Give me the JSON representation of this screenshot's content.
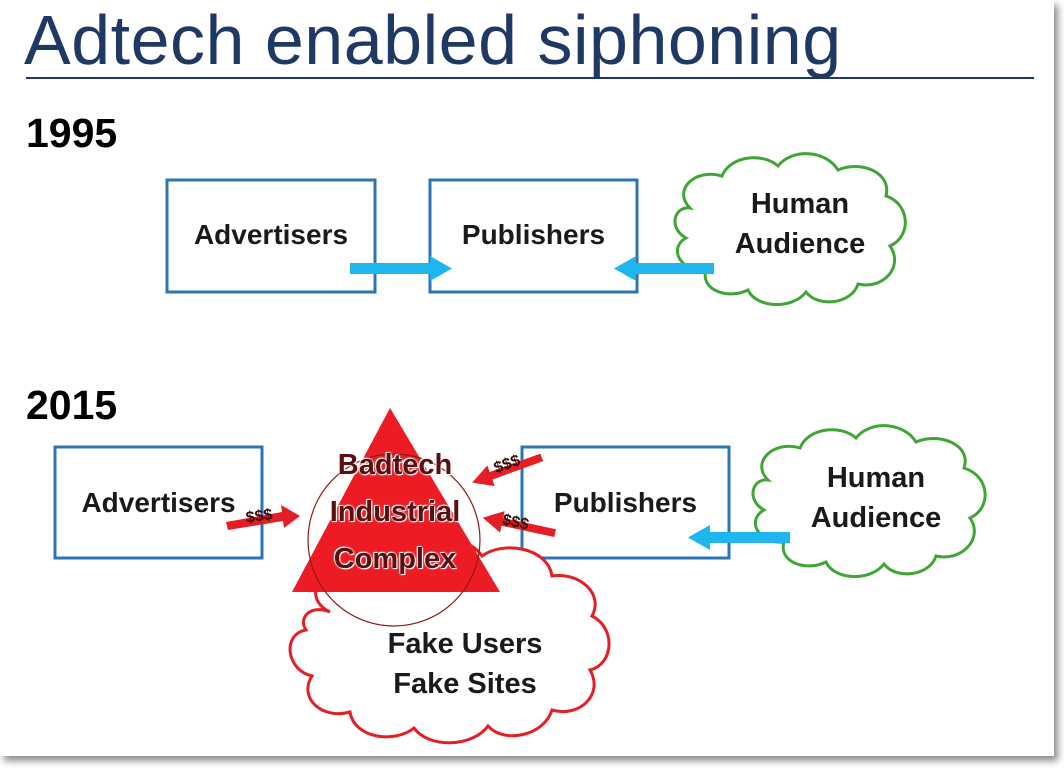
{
  "title": "Adtech enabled siphoning",
  "colors": {
    "title": "#1f3864",
    "box_border": "#2e74b5",
    "arrow_blue": "#1fb5ee",
    "cloud_green": "#3fa535",
    "cloud_red": "#e31e24",
    "triangle_red": "#ed1c24",
    "money_arrow": "#e31e24"
  },
  "era_1995": {
    "year": "1995",
    "advertisers": "Advertisers",
    "publishers": "Publishers",
    "audience_line1": "Human",
    "audience_line2": "Audience"
  },
  "era_2015": {
    "year": "2015",
    "advertisers": "Advertisers",
    "publishers": "Publishers",
    "audience_line1": "Human",
    "audience_line2": "Audience",
    "badtech_line1": "Badtech",
    "badtech_line2": "Industrial",
    "badtech_line3": "Complex",
    "fake_line1": "Fake Users",
    "fake_line2": "Fake Sites",
    "money_symbol": "$$$"
  }
}
